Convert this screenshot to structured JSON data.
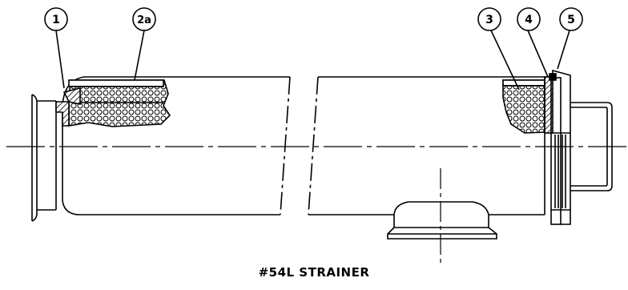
{
  "drawing": {
    "caption": "#54L STRAINER",
    "callouts": [
      {
        "id": "callout-1",
        "label": "1"
      },
      {
        "id": "callout-2a",
        "label": "2a"
      },
      {
        "id": "callout-3",
        "label": "3"
      },
      {
        "id": "callout-4",
        "label": "4"
      },
      {
        "id": "callout-5",
        "label": "5"
      }
    ]
  }
}
